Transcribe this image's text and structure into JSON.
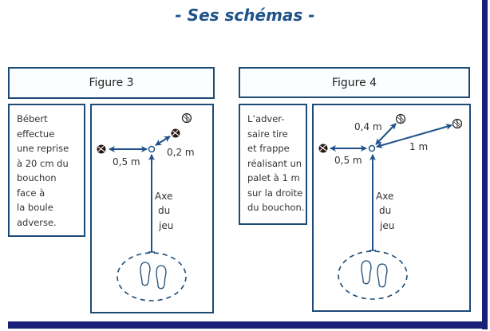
{
  "title": "- Ses schémas -",
  "figure3": {
    "header": "Figure 3",
    "text": "Bébert\neffectue\nune reprise\nà 20 cm du\nbouchon\nface à\nla boule\nadverse.",
    "dist_left": "0,5 m",
    "dist_right": "0,2 m",
    "axis": [
      "Axe",
      "du",
      "jeu"
    ]
  },
  "figure4": {
    "header": "Figure 4",
    "text": "L’adver-\nsaire tire\net frappe\nréalisant un\npalet à 1 m\nsur la droite\ndu bouchon.",
    "dist_left": "0,5 m",
    "dist_up": "0,4 m",
    "dist_right": "1 m",
    "axis": [
      "Axe",
      "du",
      "jeu"
    ]
  },
  "colors": {
    "border": "#1d4a76",
    "arrow": "#1f5289",
    "bar": "#1a1f7a"
  }
}
